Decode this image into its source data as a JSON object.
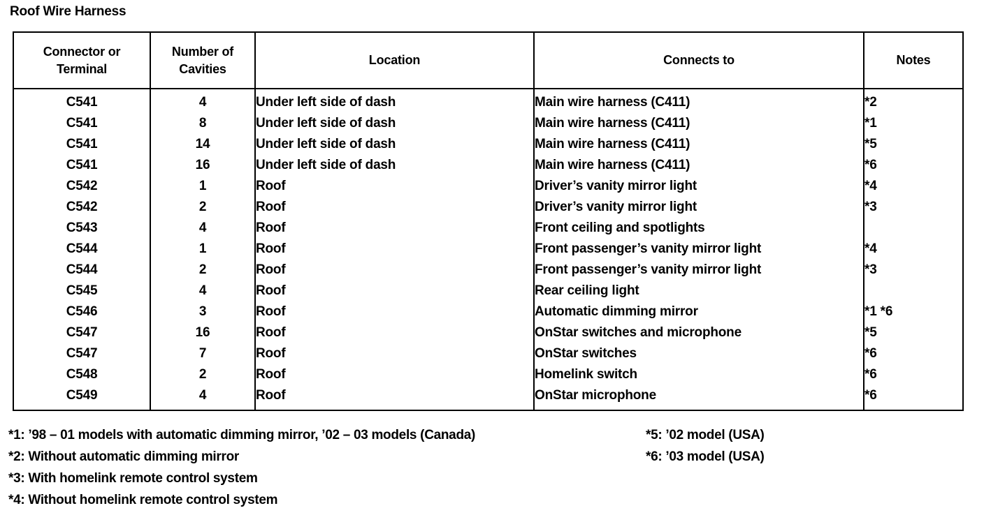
{
  "document": {
    "title": "Roof Wire Harness"
  },
  "table": {
    "columns": [
      {
        "key": "connector",
        "label": "Connector or Terminal"
      },
      {
        "key": "cavities",
        "label": "Number of Cavities"
      },
      {
        "key": "location",
        "label": "Location"
      },
      {
        "key": "connects",
        "label": "Connects to"
      },
      {
        "key": "notes",
        "label": "Notes"
      }
    ],
    "header_labels": {
      "connector_line1": "Connector or",
      "connector_line2": "Terminal",
      "cavities_line1": "Number of",
      "cavities_line2": "Cavities",
      "location": "Location",
      "connects": "Connects to",
      "notes": "Notes"
    },
    "rows": [
      {
        "connector": "C541",
        "cavities": "4",
        "location": "Under left side of dash",
        "connects": "Main wire harness (C411)",
        "notes": "*2"
      },
      {
        "connector": "C541",
        "cavities": "8",
        "location": "Under left side of dash",
        "connects": "Main wire harness (C411)",
        "notes": "*1"
      },
      {
        "connector": "C541",
        "cavities": "14",
        "location": "Under left side of dash",
        "connects": "Main wire harness (C411)",
        "notes": "*5"
      },
      {
        "connector": "C541",
        "cavities": "16",
        "location": "Under left side of dash",
        "connects": "Main wire harness (C411)",
        "notes": "*6"
      },
      {
        "connector": "C542",
        "cavities": "1",
        "location": "Roof",
        "connects": "Driver’s vanity mirror light",
        "notes": "*4"
      },
      {
        "connector": "C542",
        "cavities": "2",
        "location": "Roof",
        "connects": "Driver’s vanity mirror light",
        "notes": "*3"
      },
      {
        "connector": "C543",
        "cavities": "4",
        "location": "Roof",
        "connects": "Front ceiling and spotlights",
        "notes": ""
      },
      {
        "connector": "C544",
        "cavities": "1",
        "location": "Roof",
        "connects": "Front passenger’s vanity mirror light",
        "notes": "*4"
      },
      {
        "connector": "C544",
        "cavities": "2",
        "location": "Roof",
        "connects": "Front passenger’s vanity mirror light",
        "notes": "*3"
      },
      {
        "connector": "C545",
        "cavities": "4",
        "location": "Roof",
        "connects": "Rear ceiling light",
        "notes": ""
      },
      {
        "connector": "C546",
        "cavities": "3",
        "location": "Roof",
        "connects": "Automatic dimming mirror",
        "notes": "*1 *6"
      },
      {
        "connector": "C547",
        "cavities": "16",
        "location": "Roof",
        "connects": "OnStar switches and microphone",
        "notes": "*5"
      },
      {
        "connector": "C547",
        "cavities": "7",
        "location": "Roof",
        "connects": "OnStar switches",
        "notes": "*6"
      },
      {
        "connector": "C548",
        "cavities": "2",
        "location": "Roof",
        "connects": "Homelink switch",
        "notes": "*6"
      },
      {
        "connector": "C549",
        "cavities": "4",
        "location": "Roof",
        "connects": "OnStar microphone",
        "notes": "*6"
      }
    ]
  },
  "footnotes": {
    "left": [
      "*1: ’98 – 01 models with automatic dimming mirror, ’02 – 03 models (Canada)",
      "*2: Without automatic dimming mirror",
      "*3: With homelink remote control system",
      "*4: Without homelink remote control system"
    ],
    "right": [
      "*5: ’02 model (USA)",
      "*6: ’03 model (USA)"
    ]
  },
  "colors": {
    "text": "#000000",
    "background": "#ffffff",
    "border": "#000000"
  }
}
